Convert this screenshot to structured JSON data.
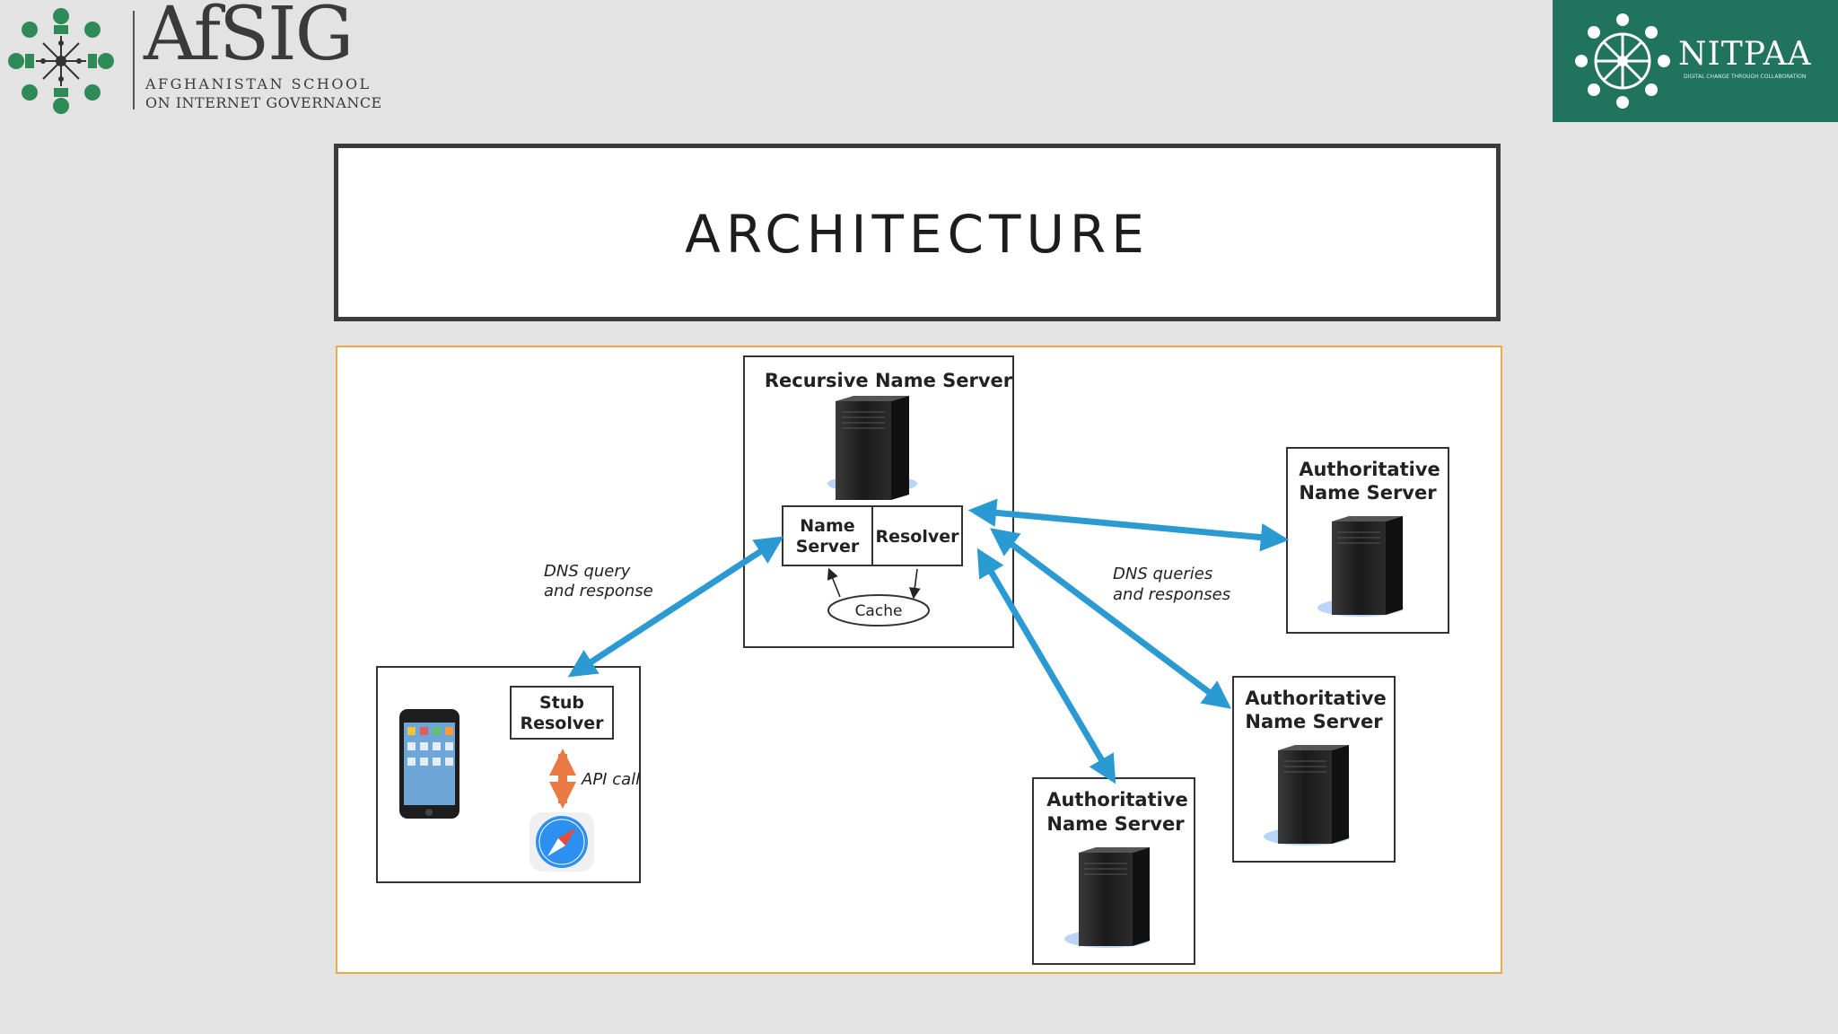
{
  "logos": {
    "left": {
      "name": "AfSIG",
      "line1": "AFGHANISTAN SCHOOL",
      "line2": "ON INTERNET GOVERNANCE"
    },
    "right": {
      "name": "NITPAA",
      "tagline": "DIGITAL CHANGE THROUGH COLLABORATION"
    }
  },
  "slide": {
    "title": "ARCHITECTURE"
  },
  "diagram": {
    "recursive_server": {
      "title": "Recursive Name Server",
      "name_server_line1": "Name",
      "name_server_line2": "Server",
      "resolver": "Resolver",
      "cache": "Cache"
    },
    "client": {
      "stub_line1": "Stub",
      "stub_line2": "Resolver",
      "api_call": "API call"
    },
    "labels": {
      "dns_query_line1": "DNS query",
      "dns_query_line2": "and response",
      "dns_queries_line1": "DNS queries",
      "dns_queries_line2": "and responses"
    },
    "authoritative": [
      {
        "line1": "Authoritative",
        "line2": "Name Server"
      },
      {
        "line1": "Authoritative",
        "line2": "Name Server"
      },
      {
        "line1": "Authoritative",
        "line2": "Name Server"
      }
    ],
    "colors": {
      "arrow": "#2b9ad2",
      "api_arrow": "#e97a43",
      "border": "#f0a850"
    }
  }
}
